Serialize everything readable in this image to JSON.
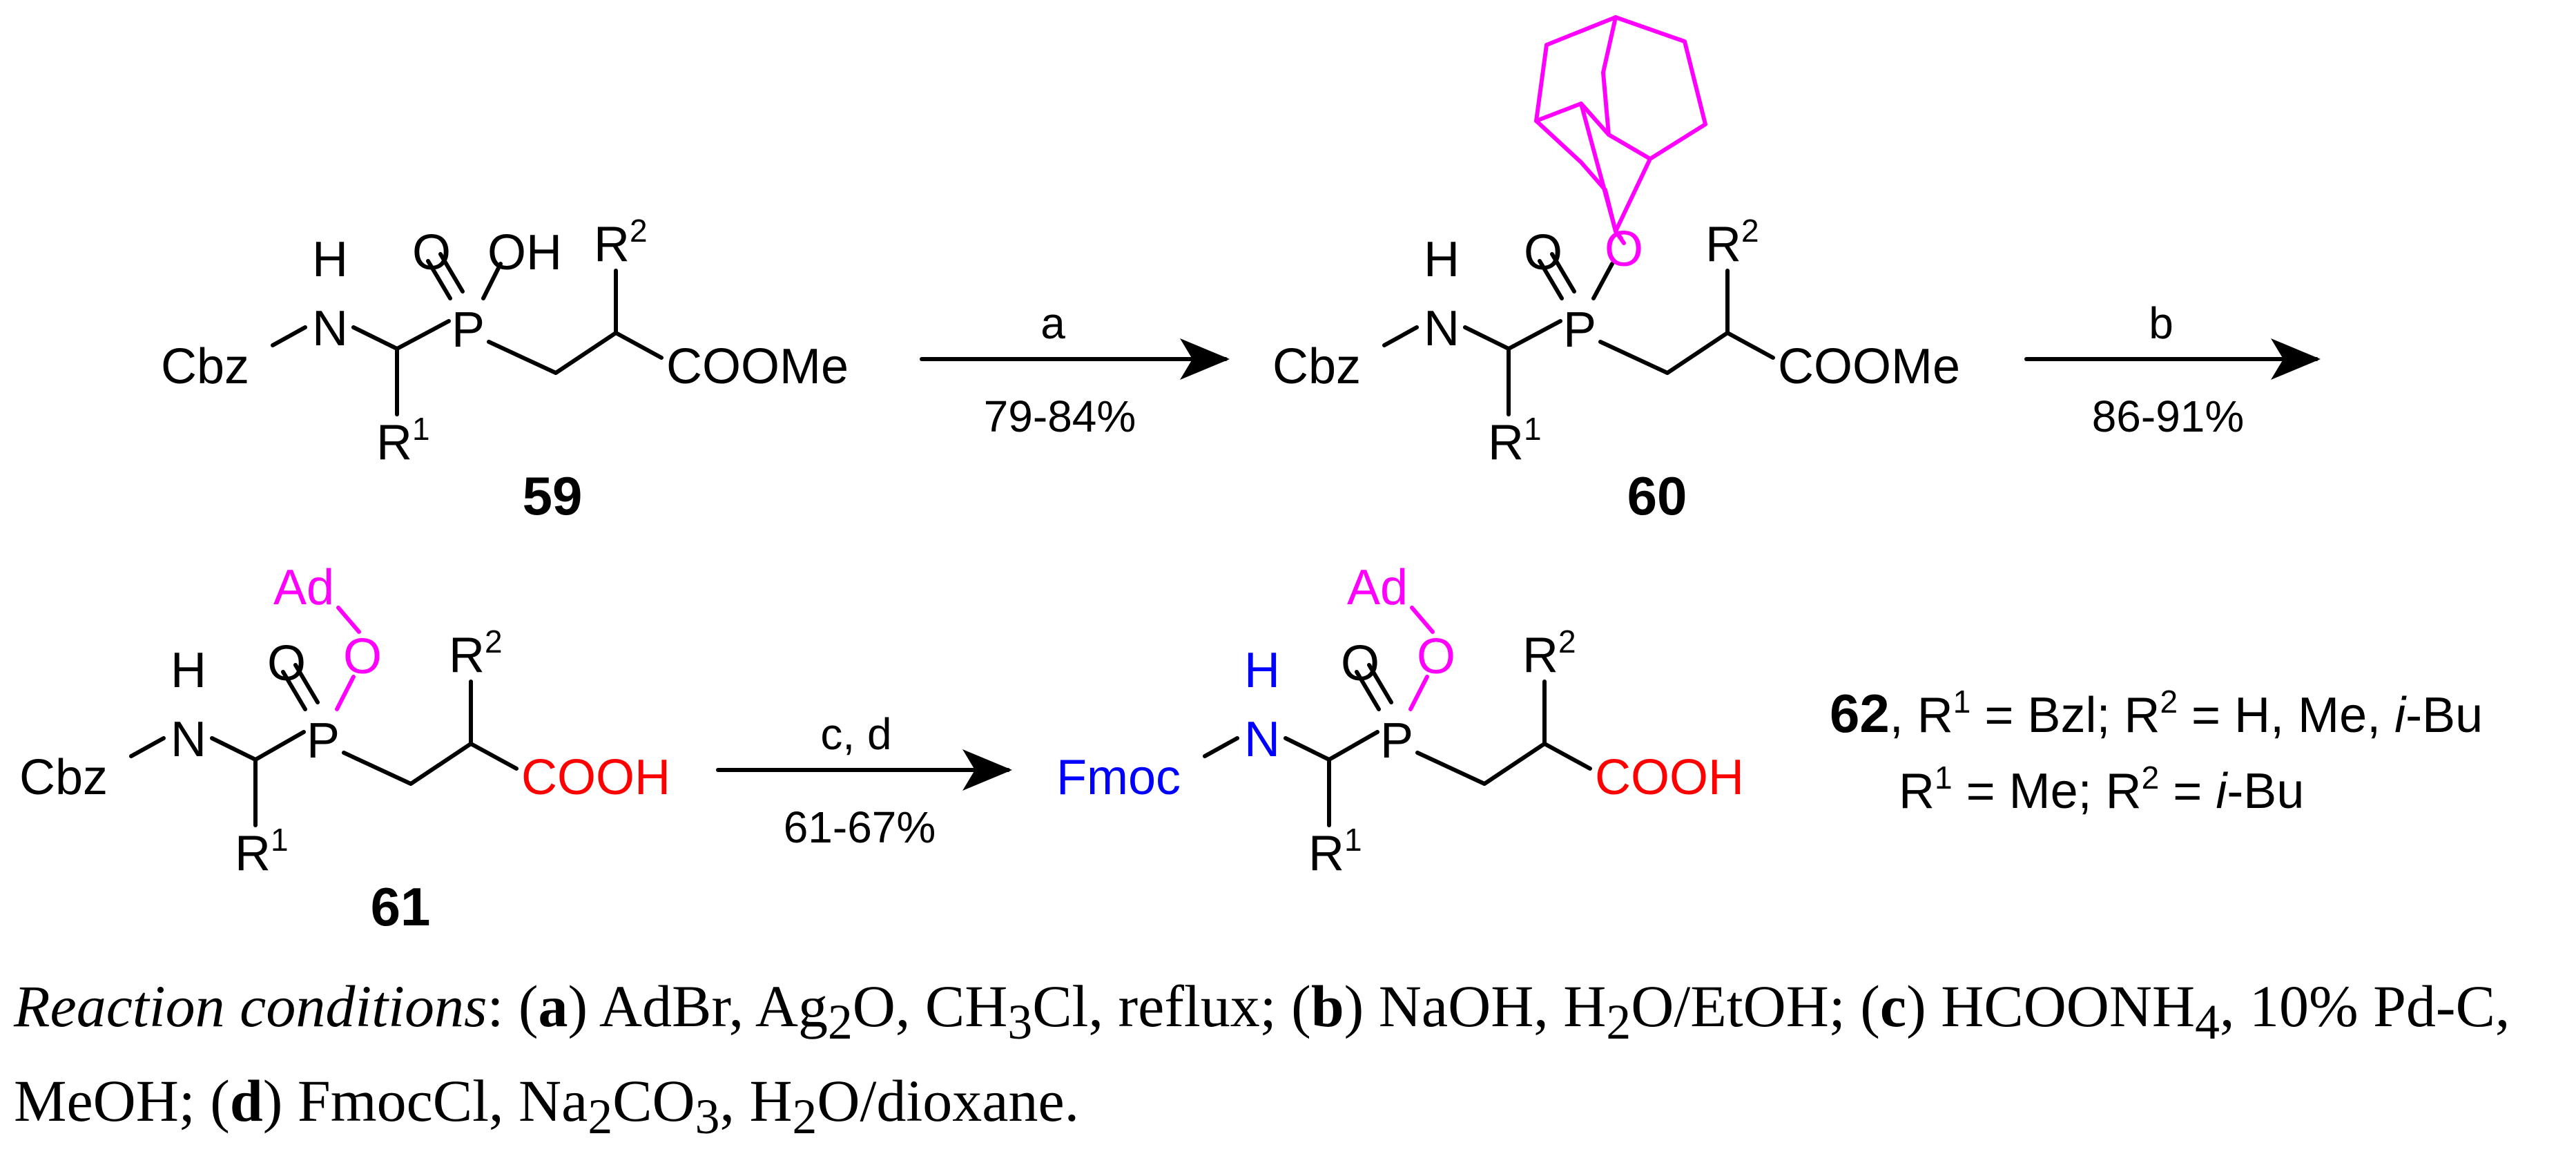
{
  "compounds": {
    "c59": {
      "number": "59",
      "cbz": "Cbz",
      "nh_h": "H",
      "n": "N",
      "p": "P",
      "o": "O",
      "oh": "OH",
      "ester": "COOMe",
      "r": "R",
      "r1_sup": "1",
      "r2_sup": "2"
    },
    "c60": {
      "number": "60",
      "cbz": "Cbz",
      "nh_h": "H",
      "n": "N",
      "p": "P",
      "o": "O",
      "o_ad": "O",
      "ester": "COOMe",
      "r": "R",
      "r1_sup": "1",
      "r2_sup": "2"
    },
    "c61": {
      "number": "61",
      "cbz": "Cbz",
      "nh_h": "H",
      "n": "N",
      "p": "P",
      "o": "O",
      "o_ad": "O",
      "ad": "Ad",
      "acid": "COOH",
      "r": "R",
      "r1_sup": "1",
      "r2_sup": "2"
    },
    "c62": {
      "fmoc": "Fmoc",
      "nh_h": "H",
      "n": "N",
      "p": "P",
      "o": "O",
      "o_ad": "O",
      "ad": "Ad",
      "acid": "COOH",
      "r": "R",
      "r1_sup": "1",
      "r2_sup": "2"
    }
  },
  "arrows": {
    "a": {
      "reagent": "a",
      "yield": "79-84%"
    },
    "b": {
      "reagent": "b",
      "yield": "86-91%"
    },
    "cd": {
      "reagent": "c, d",
      "yield": "61-67%"
    }
  },
  "substituents": {
    "number": "62",
    "line1_a": ", R",
    "line1_b": " = Bzl; R",
    "line1_c": " = H, Me, ",
    "line1_d": "i",
    "line1_e": "-Bu",
    "line2_a": "R",
    "line2_b": " = Me; R",
    "line2_c": " = ",
    "line2_d": "i",
    "line2_e": "-Bu",
    "sup1": "1",
    "sup2": "2"
  },
  "conditions": {
    "label": "Reaction conditions",
    "colon": ": (",
    "a_letter": "a",
    "a_text_1": ") AdBr, Ag",
    "a_sub_1": "2",
    "a_text_2": "O, CH",
    "a_sub_2": "3",
    "a_text_3": "Cl, reflux; (",
    "b_letter": "b",
    "b_text_1": ") NaOH, H",
    "b_sub_1": "2",
    "b_text_2": "O/EtOH; (",
    "c_letter": "c",
    "c_text_1": ") HCOONH",
    "c_sub_1": "4",
    "c_text_2": ", 10% Pd-C, MeOH; (",
    "d_letter": "d",
    "d_text_1": ") FmocCl, Na",
    "d_sub_1": "2",
    "d_text_2": "CO",
    "d_sub_2": "3",
    "d_text_3": ", H",
    "d_sub_3": "2",
    "d_text_4": "O/dioxane."
  },
  "colors": {
    "adamantyl": "#ff00ff",
    "fmoc_amine": "#0000ff",
    "carboxylic_acid": "#ff0000",
    "bonds": "#000000"
  }
}
